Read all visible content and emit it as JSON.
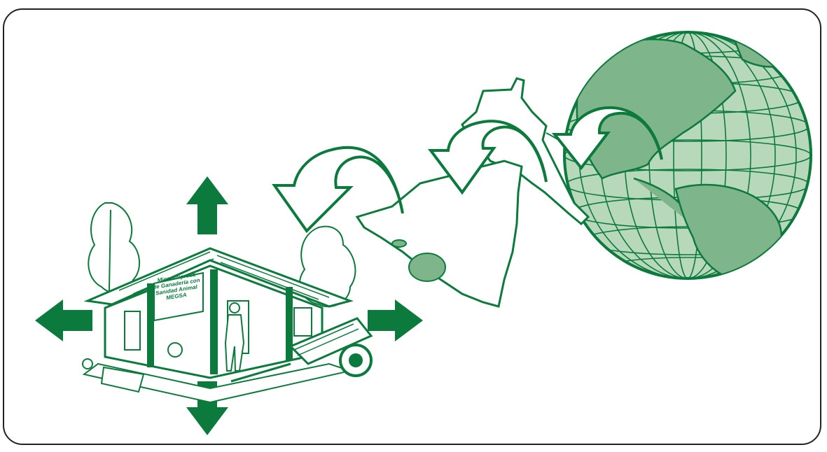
{
  "colors": {
    "green": "#0d7a3d",
    "light_green": "#b8d8bc",
    "mid_green": "#7fb58a",
    "frame": "#222222",
    "background": "#ffffff"
  },
  "sign": {
    "lines": [
      "Microempresa",
      "de Ganadería con",
      "Sanidad Animal",
      "MEGSA"
    ]
  },
  "icons": {
    "arrows_out": [
      "arrow-up-icon",
      "arrow-down-icon",
      "arrow-left-icon",
      "arrow-right-icon"
    ],
    "curved_arrows": [
      "curved-arrow-nicaragua-icon",
      "curved-arrow-central-america-icon",
      "curved-arrow-globe-icon"
    ],
    "maps": [
      "nicaragua-map-icon",
      "central-america-map-icon",
      "globe-icon"
    ],
    "scene": [
      "farmhouse-icon",
      "farmer-icon",
      "cart-icon",
      "tree-icon"
    ]
  }
}
